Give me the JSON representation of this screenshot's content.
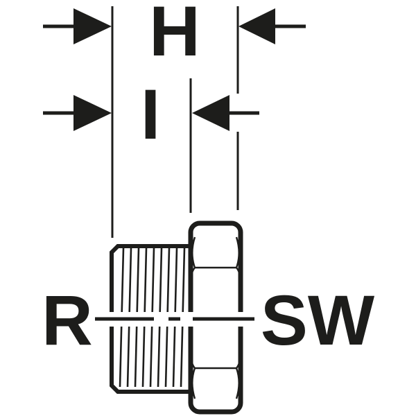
{
  "drawing": {
    "labels": {
      "h": "H",
      "i": "I",
      "r": "R",
      "sw": "SW"
    },
    "colors": {
      "ink": "#1d1d1b",
      "background": "#ffffff"
    }
  }
}
